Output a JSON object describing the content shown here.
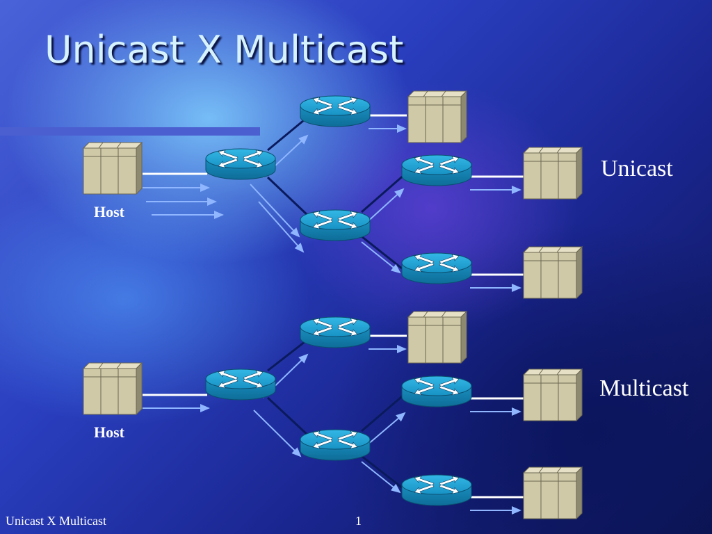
{
  "slide": {
    "title": "Unicast X Multicast",
    "footer_text": "Unicast X Multicast",
    "page_number": "1"
  },
  "diagram": {
    "unicast_label": "Unicast",
    "multicast_label": "Multicast",
    "unicast_host_label": "Host",
    "multicast_host_label": "Host",
    "node_types": [
      "host-server",
      "router",
      "receiver-server"
    ],
    "icons": [
      "server-icon",
      "router-icon"
    ]
  },
  "colors": {
    "background": "#2a3fc0",
    "title_text": "#d6f2ff",
    "router_body": "#1aa0d0",
    "server_body": "#cfc9a8",
    "link_line": "#0a1a5c",
    "arrow_line": "#8fb6ff"
  }
}
